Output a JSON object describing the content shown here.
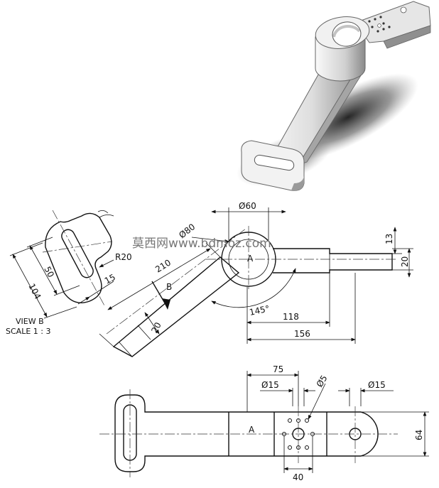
{
  "view_label": "VIEW B",
  "scale_label": "SCALE 1 : 3",
  "watermark": "莫西网www.bdmoz.com",
  "section_marker_top": "A",
  "section_marker_bottom": "A",
  "view_arrow_label": "B",
  "dimensions": {
    "radius": "R20",
    "width_104": "104",
    "slot_50": "50",
    "offset_15": "15",
    "length_210": "210",
    "diameter_80": "Ø80",
    "diameter_60": "Ø60",
    "thickness_20_left": "20",
    "thickness_13": "13",
    "thickness_20_right": "20",
    "angle_145": "145°",
    "length_118": "118",
    "length_156": "156",
    "length_75": "75",
    "hole_15_left": "Ø15",
    "hole_5": "Ø5",
    "hole_15_right": "Ø15",
    "height_64": "64",
    "pattern_40": "40"
  }
}
